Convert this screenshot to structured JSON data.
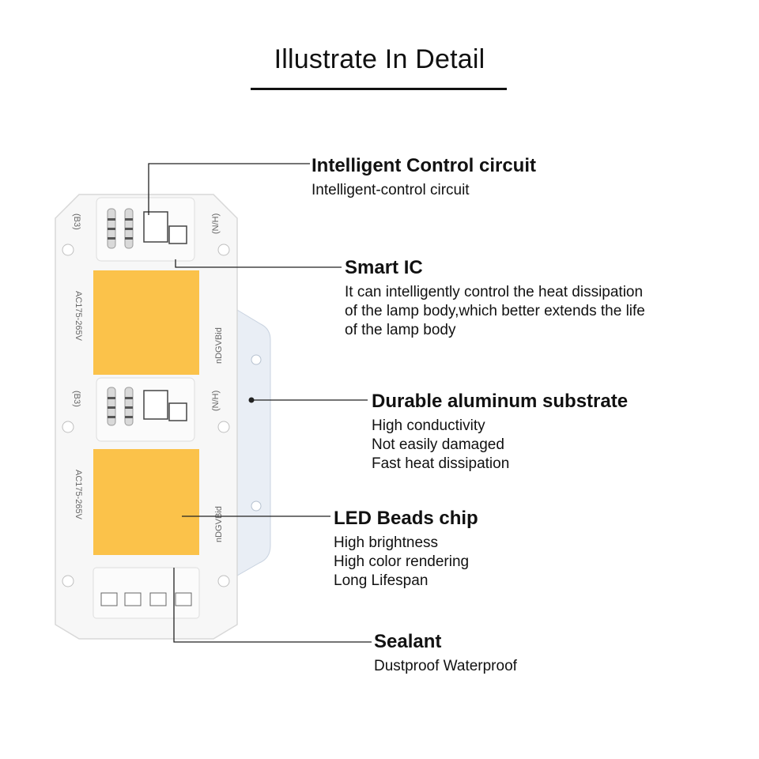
{
  "title": "Illustrate In Detail",
  "colors": {
    "background": "#ffffff",
    "led_chip": "#fbc24a",
    "board": "#f7f7f7",
    "aluminum_plate": "#e9eef5",
    "leader_line": "#222222"
  },
  "board_labels": {
    "voltage": "AC175-265V",
    "brand": "nDGVBid",
    "mark_left": "(B3)",
    "mark_right": "(N/H)"
  },
  "callouts": [
    {
      "id": "intelligent-control",
      "title": "Intelligent Control circuit",
      "lines": [
        "Intelligent-control circuit"
      ]
    },
    {
      "id": "smart-ic",
      "title": "Smart IC",
      "lines": [
        "It can intelligently control the heat dissipation",
        "of the lamp body,which better extends the life",
        "of the lamp body"
      ]
    },
    {
      "id": "aluminum-substrate",
      "title": "Durable aluminum substrate",
      "lines": [
        "High conductivity",
        "Not easily damaged",
        "Fast heat dissipation"
      ]
    },
    {
      "id": "led-beads",
      "title": "LED Beads chip",
      "lines": [
        "High brightness",
        "High color rendering",
        "Long Lifespan"
      ]
    },
    {
      "id": "sealant",
      "title": "Sealant",
      "lines": [
        "Dustproof Waterproof"
      ]
    }
  ]
}
